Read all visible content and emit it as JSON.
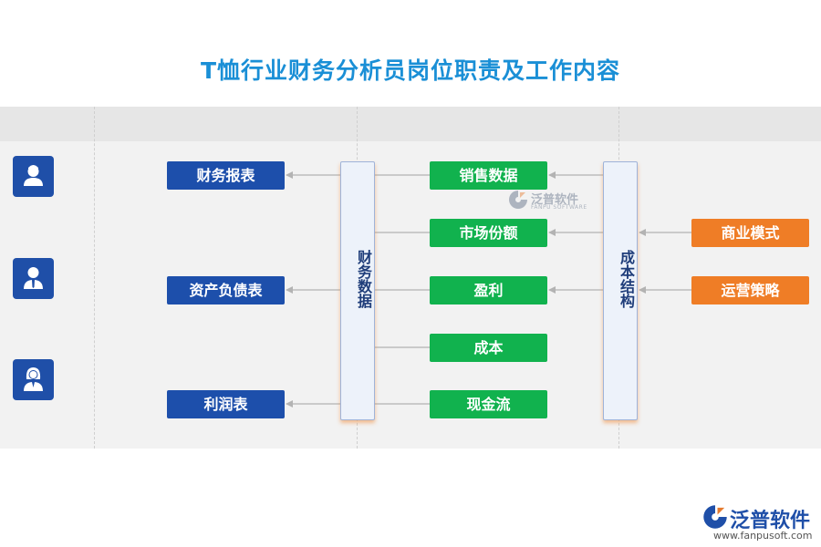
{
  "title": "T恤行业财务分析员岗位职责及工作内容",
  "outputs": [
    "财务报表",
    "资产负债表",
    "利润表"
  ],
  "financial_data_label": "财务数据",
  "data_items": [
    "销售数据",
    "市场份额",
    "盈利",
    "成本",
    "现金流"
  ],
  "cost_structure_label": "成本结构",
  "drivers": [
    "商业模式",
    "运营策略"
  ],
  "watermark": {
    "cn": "泛普软件",
    "en": "FANPU SOFTWARE"
  },
  "logo": {
    "cn": "泛普软件",
    "url": "www.fanpusoft.com"
  },
  "colors": {
    "title": "#1a8fd6",
    "blue": "#1d4fab",
    "green": "#11b24e",
    "orange": "#ef7d26"
  },
  "icons": [
    "person-icon",
    "businessman-icon",
    "businesswoman-icon"
  ]
}
